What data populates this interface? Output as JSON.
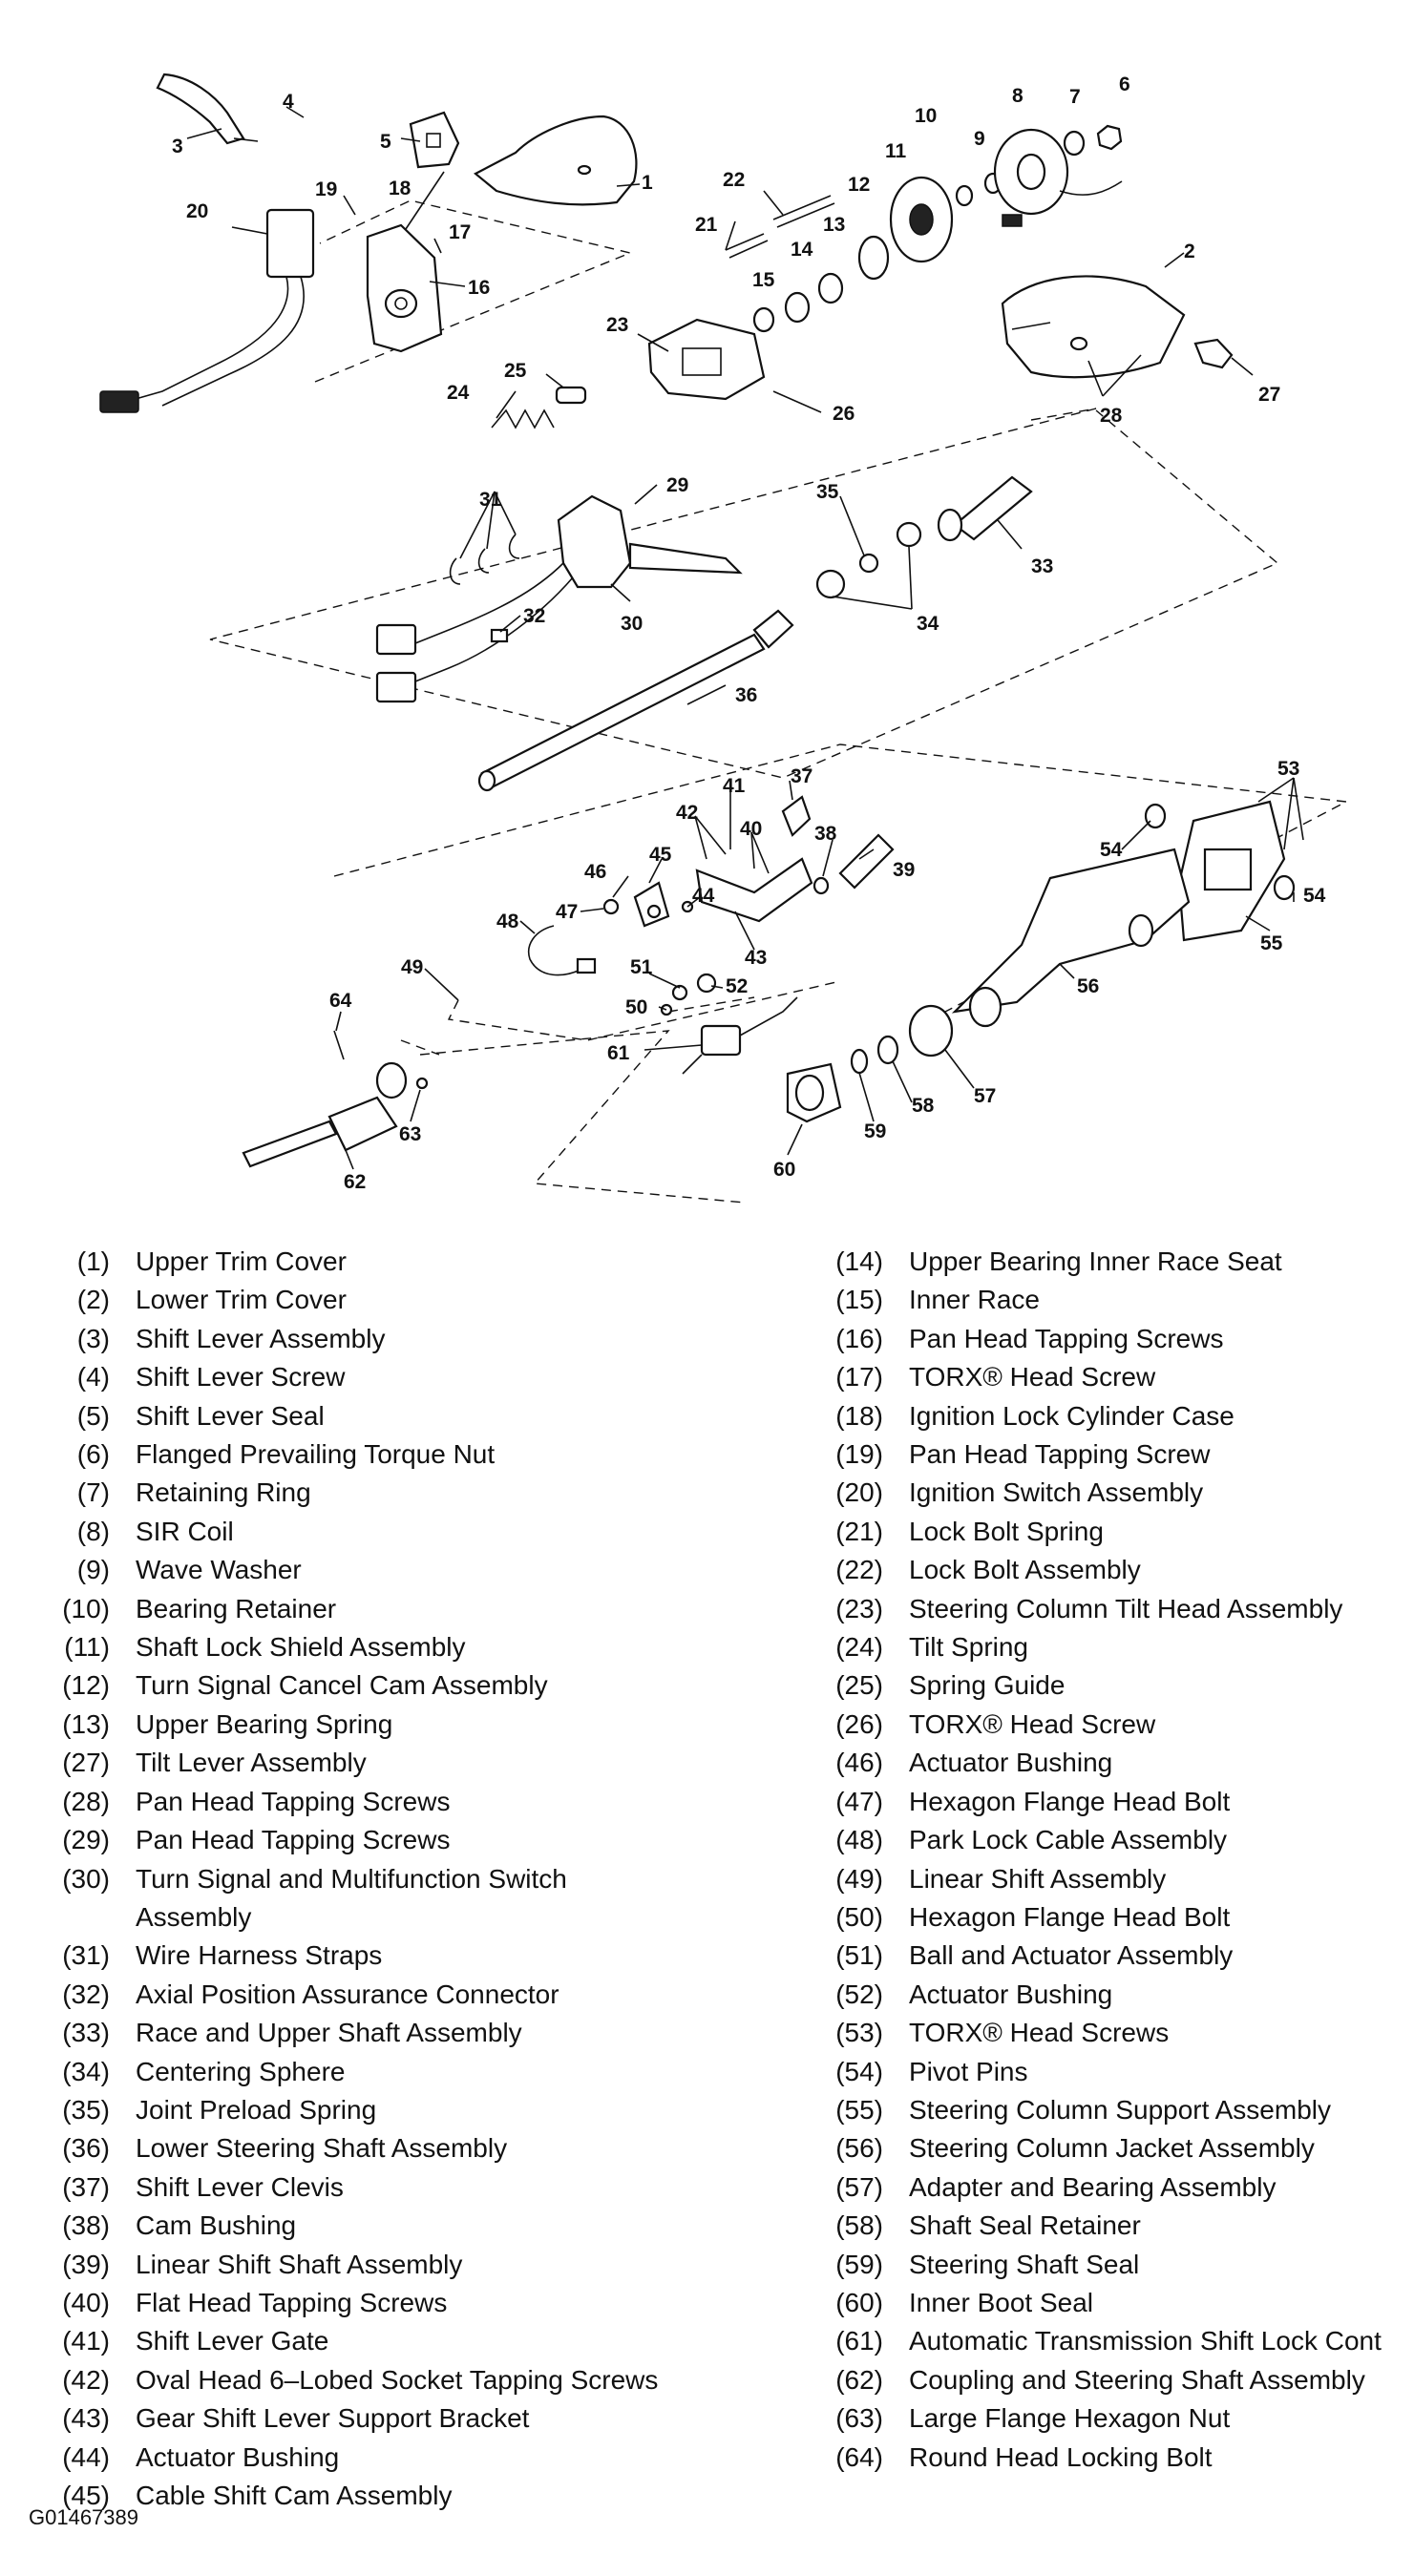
{
  "callouts": [
    "1",
    "2",
    "3",
    "4",
    "5",
    "6",
    "7",
    "8",
    "9",
    "10",
    "11",
    "12",
    "13",
    "14",
    "15",
    "16",
    "17",
    "18",
    "19",
    "20",
    "21",
    "22",
    "23",
    "24",
    "25",
    "26",
    "27",
    "28",
    "29",
    "30",
    "31",
    "32",
    "33",
    "34",
    "35",
    "36",
    "37",
    "38",
    "39",
    "40",
    "41",
    "42",
    "43",
    "44",
    "45",
    "46",
    "47",
    "48",
    "49",
    "50",
    "51",
    "52",
    "53",
    "54",
    "54",
    "55",
    "56",
    "57",
    "58",
    "59",
    "60",
    "61",
    "62",
    "63",
    "64"
  ],
  "legend_left": [
    {
      "num": "(1)",
      "name": "Upper Trim Cover"
    },
    {
      "num": "(2)",
      "name": "Lower Trim Cover"
    },
    {
      "num": "(3)",
      "name": "Shift Lever Assembly"
    },
    {
      "num": "(4)",
      "name": "Shift Lever Screw"
    },
    {
      "num": "(5)",
      "name": "Shift Lever Seal"
    },
    {
      "num": "(6)",
      "name": "Flanged Prevailing Torque Nut"
    },
    {
      "num": "(7)",
      "name": "Retaining Ring"
    },
    {
      "num": "(8)",
      "name": "SIR Coil"
    },
    {
      "num": "(9)",
      "name": "Wave Washer"
    },
    {
      "num": "(10)",
      "name": "Bearing Retainer"
    },
    {
      "num": "(11)",
      "name": "Shaft Lock Shield Assembly"
    },
    {
      "num": "(12)",
      "name": "Turn Signal Cancel Cam Assembly"
    },
    {
      "num": "(13)",
      "name": "Upper Bearing Spring"
    },
    {
      "num": "(27)",
      "name": "Tilt Lever Assembly"
    },
    {
      "num": "(28)",
      "name": "Pan Head Tapping Screws"
    },
    {
      "num": "(29)",
      "name": "Pan Head Tapping Screws"
    },
    {
      "num": "(30)",
      "name": "Turn Signal and Multifunction Switch",
      "cont": "Assembly"
    },
    {
      "num": "(31)",
      "name": "Wire Harness Straps"
    },
    {
      "num": "(32)",
      "name": "Axial Position Assurance Connector"
    },
    {
      "num": "(33)",
      "name": "Race and Upper Shaft Assembly"
    },
    {
      "num": "(34)",
      "name": "Centering Sphere"
    },
    {
      "num": "(35)",
      "name": "Joint Preload Spring"
    },
    {
      "num": "(36)",
      "name": "Lower Steering Shaft Assembly"
    },
    {
      "num": "(37)",
      "name": "Shift Lever Clevis"
    },
    {
      "num": "(38)",
      "name": "Cam Bushing"
    },
    {
      "num": "(39)",
      "name": "Linear Shift Shaft Assembly"
    },
    {
      "num": "(40)",
      "name": "Flat Head Tapping Screws"
    },
    {
      "num": "(41)",
      "name": "Shift Lever Gate"
    },
    {
      "num": "(42)",
      "name": "Oval Head 6–Lobed Socket Tapping Screws"
    },
    {
      "num": "(43)",
      "name": "Gear Shift Lever Support Bracket"
    },
    {
      "num": "(44)",
      "name": "Actuator Bushing"
    },
    {
      "num": "(45)",
      "name": "Cable Shift Cam Assembly"
    }
  ],
  "legend_right": [
    {
      "num": "(14)",
      "name": "Upper Bearing Inner Race Seat"
    },
    {
      "num": "(15)",
      "name": "Inner Race"
    },
    {
      "num": "(16)",
      "name": "Pan Head Tapping Screws"
    },
    {
      "num": "(17)",
      "name": "TORX® Head Screw"
    },
    {
      "num": "(18)",
      "name": "Ignition Lock Cylinder Case"
    },
    {
      "num": "(19)",
      "name": "Pan Head Tapping Screw"
    },
    {
      "num": "(20)",
      "name": "Ignition Switch Assembly"
    },
    {
      "num": "(21)",
      "name": "Lock Bolt Spring"
    },
    {
      "num": "(22)",
      "name": "Lock Bolt Assembly"
    },
    {
      "num": "(23)",
      "name": "Steering Column Tilt Head Assembly"
    },
    {
      "num": "(24)",
      "name": "Tilt Spring"
    },
    {
      "num": "(25)",
      "name": "Spring Guide"
    },
    {
      "num": "(26)",
      "name": "TORX® Head Screw"
    },
    {
      "num": "(46)",
      "name": "Actuator Bushing"
    },
    {
      "num": "(47)",
      "name": "Hexagon Flange Head Bolt"
    },
    {
      "num": "(48)",
      "name": "Park Lock Cable Assembly"
    },
    {
      "num": "(49)",
      "name": "Linear Shift Assembly"
    },
    {
      "num": "(50)",
      "name": "Hexagon Flange Head Bolt"
    },
    {
      "num": "(51)",
      "name": "Ball and Actuator Assembly"
    },
    {
      "num": "(52)",
      "name": "Actuator Bushing"
    },
    {
      "num": "(53)",
      "name": "TORX® Head Screws"
    },
    {
      "num": "(54)",
      "name": "Pivot Pins"
    },
    {
      "num": "(55)",
      "name": "Steering Column Support Assembly"
    },
    {
      "num": "(56)",
      "name": "Steering Column Jacket Assembly"
    },
    {
      "num": "(57)",
      "name": "Adapter and Bearing Assembly"
    },
    {
      "num": "(58)",
      "name": "Shaft Seal Retainer"
    },
    {
      "num": "(59)",
      "name": "Steering Shaft Seal"
    },
    {
      "num": "(60)",
      "name": "Inner Boot Seal"
    },
    {
      "num": "(61)",
      "name": "Automatic Transmission Shift Lock Cont"
    },
    {
      "num": "(62)",
      "name": "Coupling and Steering Shaft Assembly"
    },
    {
      "num": "(63)",
      "name": "Large Flange Hexagon Nut"
    },
    {
      "num": "(64)",
      "name": "Round Head Locking Bolt"
    }
  ],
  "figure_id": "G01467389"
}
